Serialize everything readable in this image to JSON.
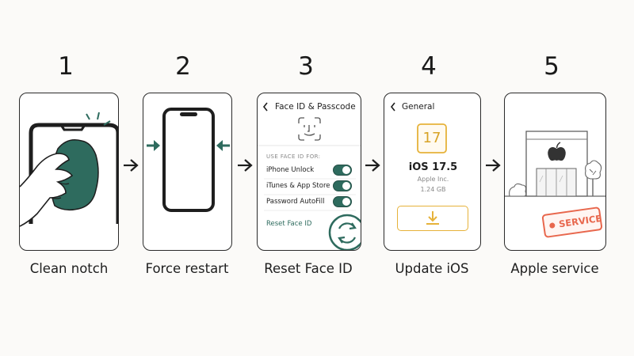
{
  "steps": [
    {
      "number": "1",
      "caption": "Clean notch"
    },
    {
      "number": "2",
      "caption": "Force restart"
    },
    {
      "number": "3",
      "caption": "Reset Face ID"
    },
    {
      "number": "4",
      "caption": "Update iOS"
    },
    {
      "number": "5",
      "caption": "Apple service"
    }
  ],
  "faceid_screen": {
    "back_title": "Face ID & Passcode",
    "section_header": "USE FACE ID FOR:",
    "rows": [
      {
        "label": "iPhone Unlock",
        "on": true
      },
      {
        "label": "iTunes & App Store",
        "on": true
      },
      {
        "label": "Password AutoFill",
        "on": true
      }
    ],
    "reset_link": "Reset Face ID"
  },
  "update_screen": {
    "back_title": "General",
    "badge": "17",
    "version": "iOS 17.5",
    "vendor": "Apple Inc.",
    "size": "1.24 GB"
  },
  "service_stamp": "SERVICE",
  "colors": {
    "teal": "#2e6b5e",
    "orange": "#e8674d",
    "amber": "#e6b23a",
    "stroke": "#2a2a2a"
  },
  "icons": [
    "phone-wipe-illustration",
    "press-arrows",
    "faceid-icon",
    "reset-cycle-icon",
    "download-icon",
    "apple-store-illustration"
  ]
}
